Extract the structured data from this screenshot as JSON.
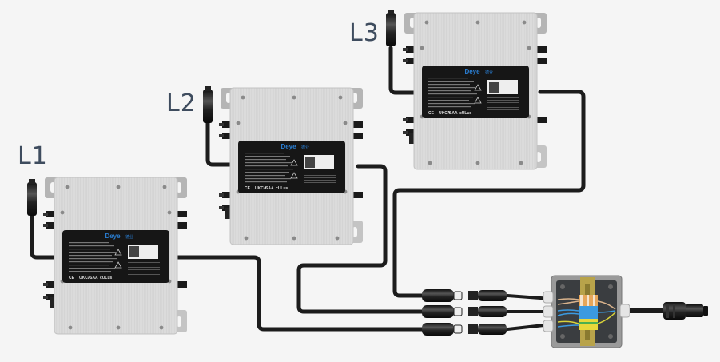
{
  "diagram": {
    "title": "Microinverter parallel connection to junction box",
    "colors": {
      "background": "#f5f5f5",
      "label_text": "#3e4c5e",
      "inverter_body": "#d9d9d9",
      "nameplate": "#161616",
      "brand_blue": "#2a7fd4",
      "cable": "#1c1c1c",
      "junction_box": "#8a8a8a",
      "din_rail": "#b8a34a",
      "terminal_blue": "#3b9ae0",
      "terminal_yellow": "#e8d83a",
      "terminal_orange": "#e6a65a"
    },
    "inverters": [
      {
        "id": "L1",
        "label": "L1",
        "brand": "Deye",
        "brand_suffix": "德业"
      },
      {
        "id": "L2",
        "label": "L2",
        "brand": "Deye",
        "brand_suffix": "德业"
      },
      {
        "id": "L3",
        "label": "L3",
        "brand": "Deye",
        "brand_suffix": "德业"
      }
    ],
    "certifications": [
      "CE",
      "UKCA",
      "SAA",
      "cULus"
    ],
    "junction_box": {
      "terminals": 3,
      "output_connector": "AC output connector"
    }
  }
}
